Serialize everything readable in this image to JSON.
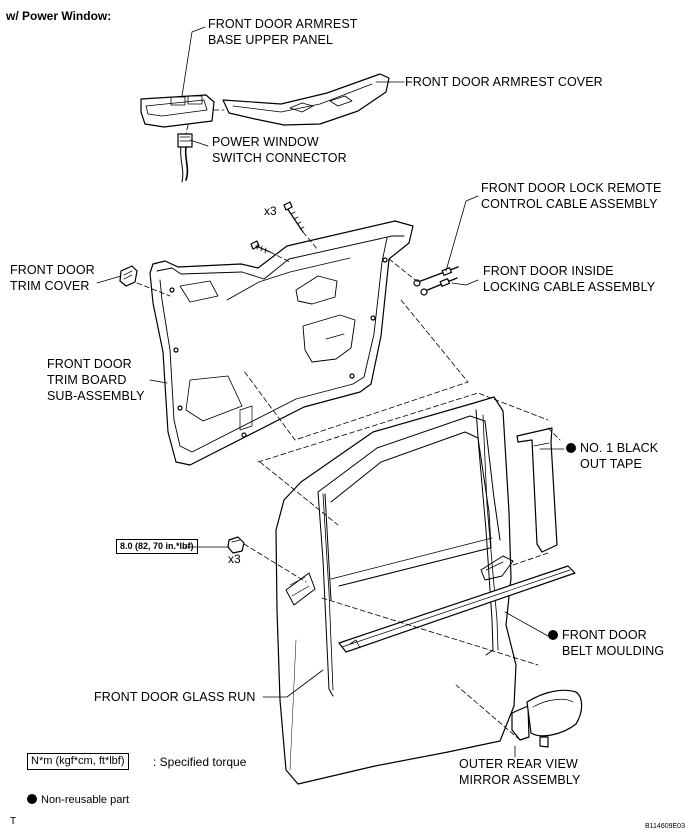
{
  "header": "w/ Power Window:",
  "labels": {
    "armrest_base_upper_panel": [
      "FRONT DOOR ARMREST",
      "BASE UPPER PANEL"
    ],
    "armrest_cover": "FRONT DOOR ARMREST COVER",
    "power_window_switch_connector": [
      "POWER WINDOW",
      "SWITCH CONNECTOR"
    ],
    "lock_remote_control_cable": [
      "FRONT DOOR LOCK REMOTE",
      "CONTROL CABLE ASSEMBLY"
    ],
    "inside_locking_cable": [
      "FRONT DOOR INSIDE",
      "LOCKING CABLE ASSEMBLY"
    ],
    "trim_cover": [
      "FRONT DOOR",
      "TRIM COVER"
    ],
    "trim_board": [
      "FRONT DOOR",
      "TRIM BOARD",
      "SUB-ASSEMBLY"
    ],
    "black_out_tape": [
      "NO. 1 BLACK",
      "OUT TAPE"
    ],
    "belt_moulding": [
      "FRONT DOOR",
      "BELT MOULDING"
    ],
    "glass_run": "FRONT DOOR GLASS RUN",
    "mirror_assembly": [
      "OUTER REAR VIEW",
      "MIRROR ASSEMBLY"
    ]
  },
  "quantities": {
    "screw_qty": "x3",
    "nut_qty": "x3"
  },
  "torque_value": "8.0 (82, 70 in.*lbf)",
  "legend": {
    "torque_unit": "N*m (kgf*cm, ft*lbf)",
    "torque_desc": ": Specified torque",
    "non_reusable": "Non-reusable part"
  },
  "footer": {
    "left_mark": "T",
    "figure_code": "B114609E03"
  }
}
